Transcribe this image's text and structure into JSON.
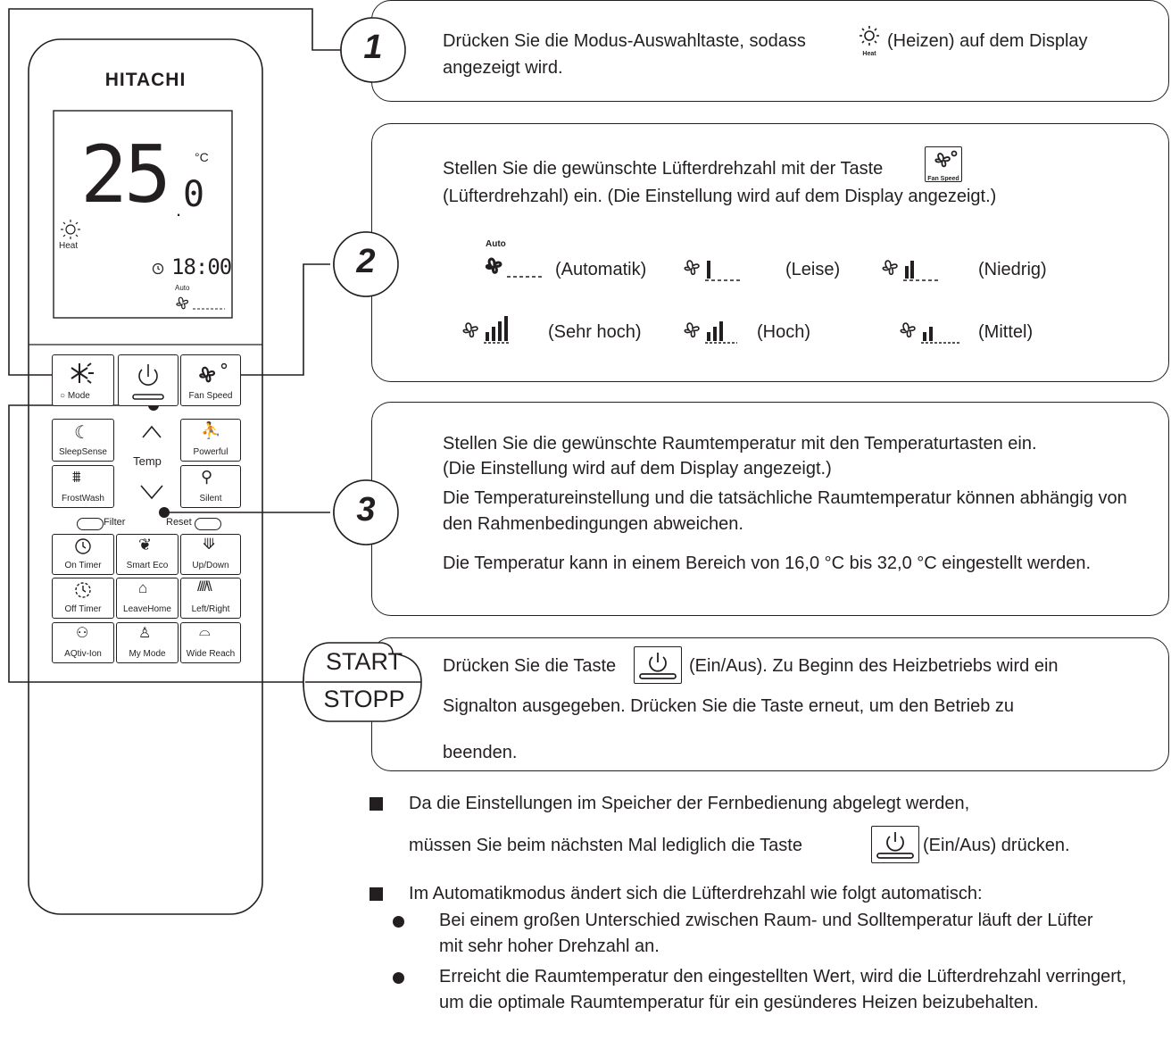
{
  "remote": {
    "brand": "HITACHI",
    "display": {
      "temperature": "25",
      "temperature_decimal": "0",
      "unit": "°C",
      "mode_label": "Heat",
      "clock": "18:00",
      "fan_label": "Auto"
    },
    "buttons": {
      "mode": "Mode",
      "fan_speed": "Fan Speed",
      "sleepsense": "SleepSense",
      "temp": "Temp",
      "powerful": "Powerful",
      "frostwash": "FrostWash",
      "silent": "Silent",
      "filter": "Filter",
      "reset": "Reset",
      "on_timer": "On Timer",
      "smart_eco": "Smart Eco",
      "up_down": "Up/Down",
      "off_timer": "Off Timer",
      "leavehome": "LeaveHome",
      "left_right": "Left/Right",
      "aqtiv_ion": "AQtiv-Ion",
      "my_mode": "My Mode",
      "wide_reach": "Wide Reach"
    }
  },
  "steps": {
    "step1": {
      "number": "1",
      "text_a": "Drücken Sie die Modus-Auswahltaste, sodass",
      "icon_label": "Heat",
      "text_b": "(Heizen) auf dem Display",
      "text_c": "angezeigt wird."
    },
    "step2": {
      "number": "2",
      "text_a": "Stellen Sie die gewünschte Lüfterdrehzahl mit der Taste",
      "button_label": "Fan Speed",
      "text_b": "(Lüfterdrehzahl) ein. (Die Einstellung wird auf dem Display angezeigt.)",
      "auto_label": "Auto",
      "sequence": [
        "(Automatik)",
        "(Leise)",
        "(Niedrig)",
        "(Mittel)",
        "(Hoch)",
        "(Sehr hoch)"
      ]
    },
    "step3": {
      "number": "3",
      "line1": "Stellen Sie die gewünschte Raumtemperatur mit den Temperaturtasten ein.",
      "line2": "(Die Einstellung wird auf dem Display angezeigt.)",
      "para2": "Die Temperatureinstellung und die tatsächliche Raumtemperatur können abhängig von den Rahmenbedingungen abweichen.",
      "para3": "Die Temperatur kann in einem Bereich von 16,0 °C bis 32,0 °C eingestellt werden."
    },
    "start": {
      "label_top": "START",
      "label_bottom": "STOPP",
      "text_a": "Drücken Sie die Taste",
      "text_b": "(Ein/Aus). Zu Beginn des Heizbetriebs wird ein",
      "text_c": "Signalton ausgegeben. Drücken Sie die Taste erneut, um den Betrieb zu",
      "text_d": "beenden."
    }
  },
  "notes": {
    "note1_a": "Da die Einstellungen im Speicher der Fernbedienung abgelegt werden,",
    "note1_b": "müssen Sie beim nächsten Mal lediglich die Taste",
    "note1_c": "(Ein/Aus) drücken.",
    "note2": "Im Automatikmodus ändert sich die Lüfterdrehzahl wie folgt automatisch:",
    "sub1": "Bei einem großen Unterschied zwischen Raum- und Solltemperatur läuft der Lüfter mit sehr hoher Drehzahl an.",
    "sub2": "Erreicht die Raumtemperatur den eingestellten Wert, wird die Lüfterdrehzahl verringert, um die optimale Raumtemperatur für ein gesünderes Heizen beizubehalten."
  }
}
